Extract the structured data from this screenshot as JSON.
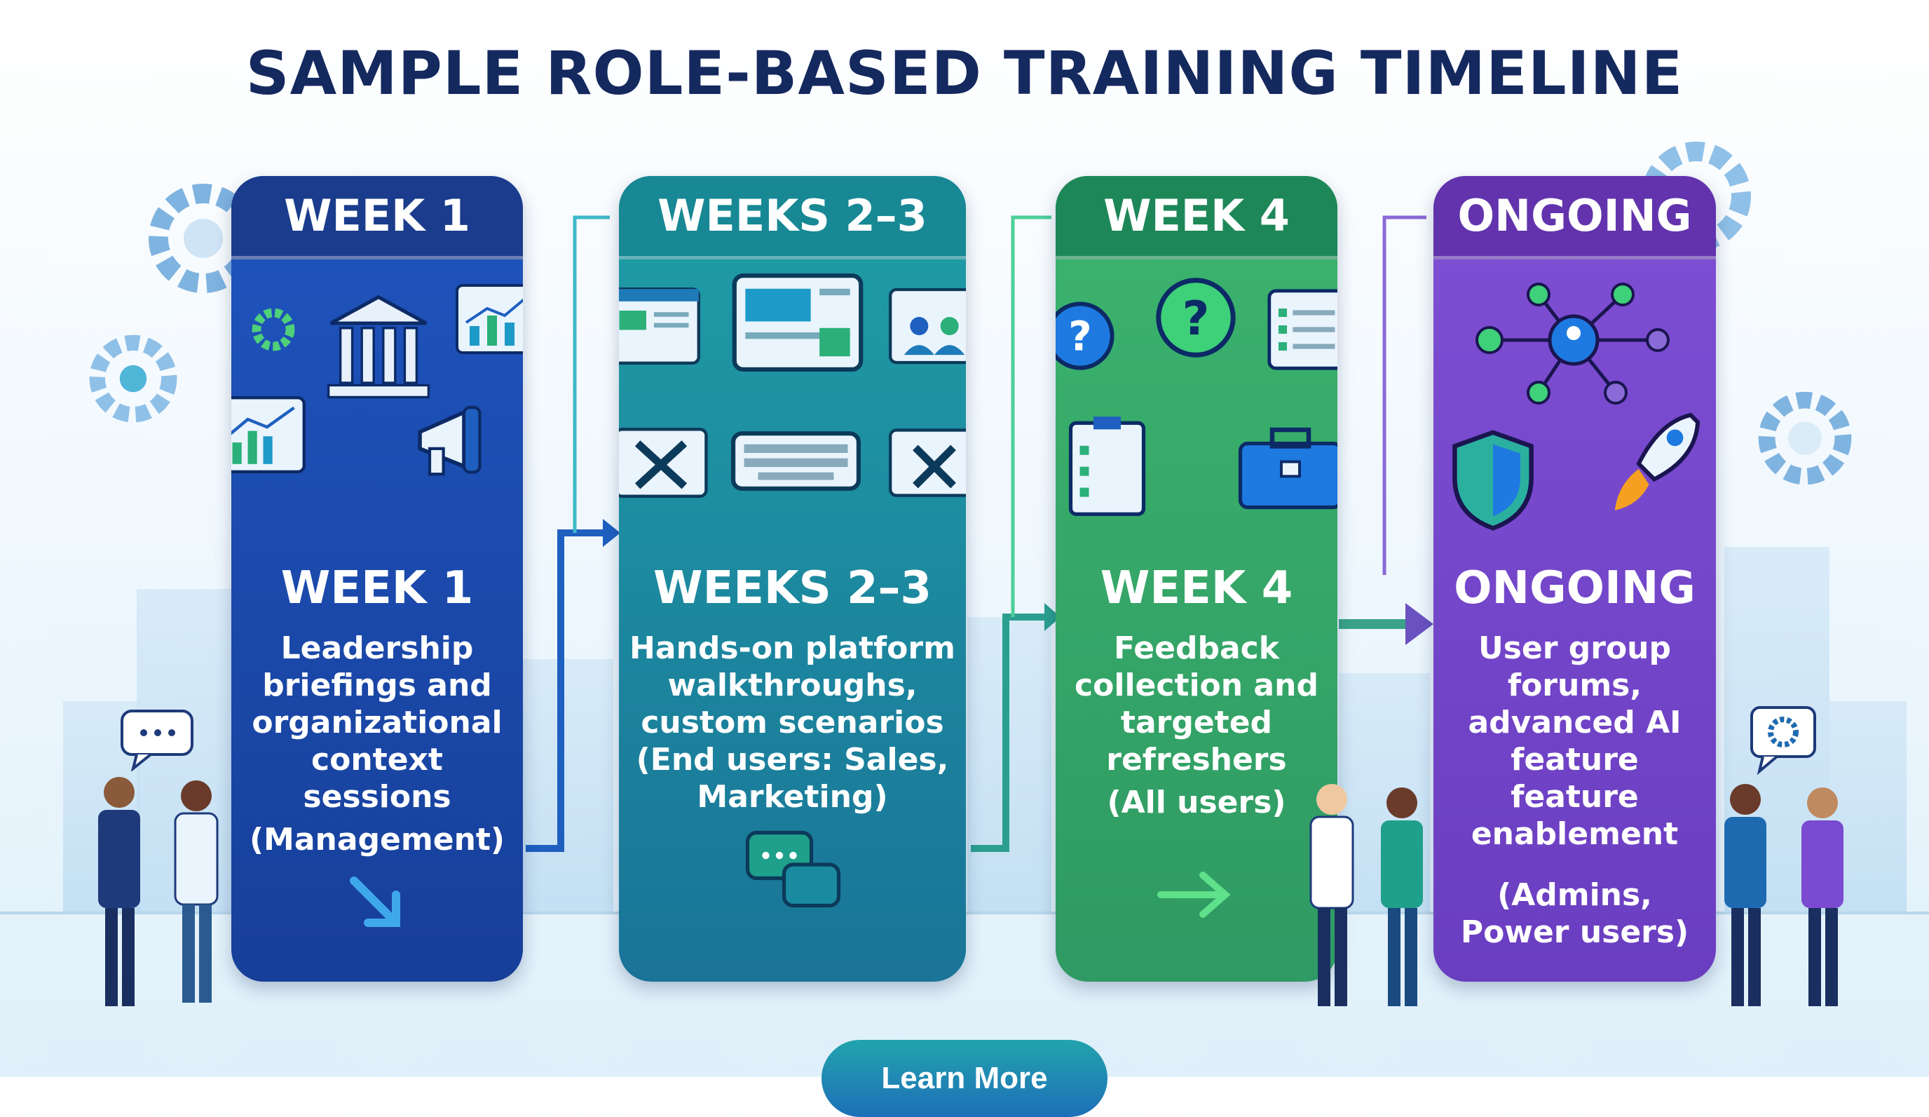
{
  "title": "SAMPLE ROLE-BASED TRAINING TIMELINE",
  "phases": [
    {
      "header": "WEEK 1",
      "heading": "WEEK 1",
      "description": [
        "Leadership",
        "briefings and",
        "organizational",
        "context sessions"
      ],
      "audience": [
        "(Management)"
      ],
      "colors": {
        "header": "#1b3c8c",
        "body_top": "#1f55bf",
        "body_bottom": "#173f99"
      }
    },
    {
      "header": "WEEKS 2–3",
      "heading": "WEEKS 2–3",
      "description": [
        "Hands-on platform",
        "walkthroughs,",
        "custom scenarios"
      ],
      "audience": [
        "(End users: Sales,",
        "Marketing)"
      ],
      "colors": {
        "header": "#178894",
        "body_top": "#1f9ea6",
        "body_bottom": "#1a7498"
      }
    },
    {
      "header": "WEEK 4",
      "heading": "WEEK 4",
      "description": [
        "Feedback",
        "collection and",
        "targeted",
        "refreshers"
      ],
      "audience": [
        "(All users)"
      ],
      "colors": {
        "header": "#1d8758",
        "body_top": "#3cb46e",
        "body_bottom": "#2f9a63"
      }
    },
    {
      "header": "ONGOING",
      "heading": "ONGOING",
      "description": [
        "User group",
        "forums,",
        "advanced AI",
        "feature",
        "feature",
        "enablement"
      ],
      "audience": [
        "(Admins,",
        "Power users)"
      ],
      "colors": {
        "header": "#6233ad",
        "body_top": "#7f4fd4",
        "body_bottom": "#6a3ec0"
      }
    }
  ],
  "cta": {
    "label": "Learn More"
  }
}
